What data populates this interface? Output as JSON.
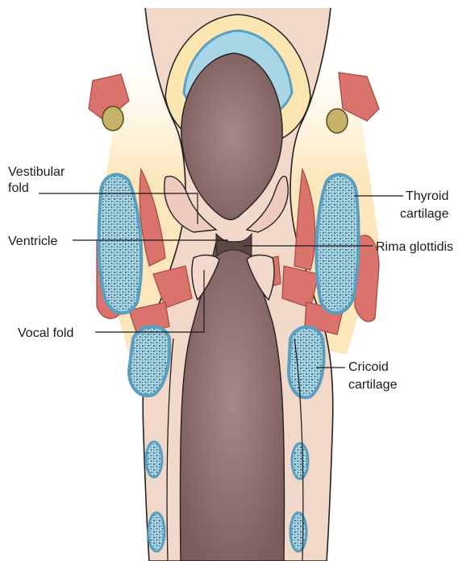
{
  "labels": {
    "vestibular_fold": [
      "Vestibular",
      "fold"
    ],
    "ventricle": "Ventricle",
    "vocal_fold": "Vocal fold",
    "thyroid_cartilage": [
      "Thyroid",
      "cartilage"
    ],
    "rima_glottidis": "Rima glottidis",
    "cricoid_cartilage": [
      "Cricoid",
      "cartilage"
    ]
  },
  "colors": {
    "lumen": "#8c6a68",
    "mucosa": "#f2d8c8",
    "fat": "#fbe6b2",
    "cartilage_fill": "#a8d6e6",
    "cartilage_edge": "#5b9fc0",
    "cartilage_dots": "#3f6a78",
    "muscle": "#d9736b",
    "muscle_edge": "#a94c46",
    "outline": "#222222"
  }
}
